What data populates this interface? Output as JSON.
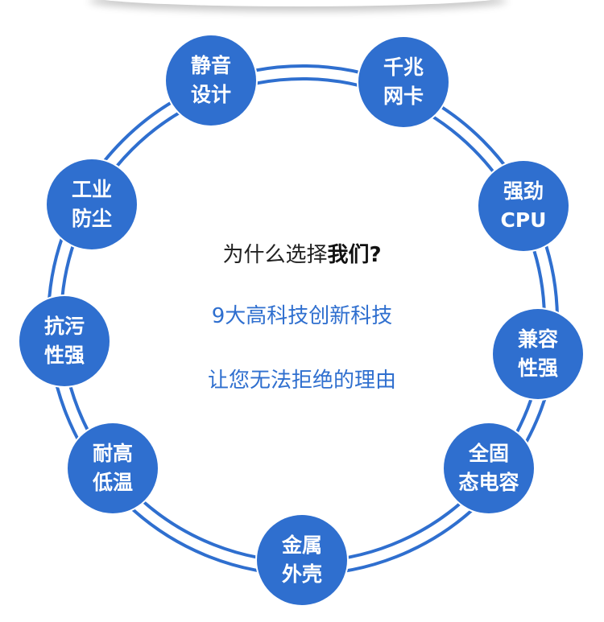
{
  "center": {
    "question_prefix": "为什么选择",
    "question_bold": "我们?",
    "line_tech": "9大高科技创新科技",
    "line_reason": "让您无法拒绝的理由"
  },
  "features": [
    {
      "line1": "静音",
      "line2": "设计"
    },
    {
      "line1": "千兆",
      "line2": "网卡"
    },
    {
      "line1": "强劲",
      "line2": "CPU"
    },
    {
      "line1": "兼容",
      "line2": "性强"
    },
    {
      "line1": "全固",
      "line2": "态电容"
    },
    {
      "line1": "金属",
      "line2": "外壳"
    },
    {
      "line1": "耐高",
      "line2": "低温"
    },
    {
      "line1": "抗污",
      "line2": "性强"
    },
    {
      "line1": "工业",
      "line2": "防尘"
    }
  ],
  "colors": {
    "accent": "#2f6fcf",
    "text": "#222222"
  }
}
